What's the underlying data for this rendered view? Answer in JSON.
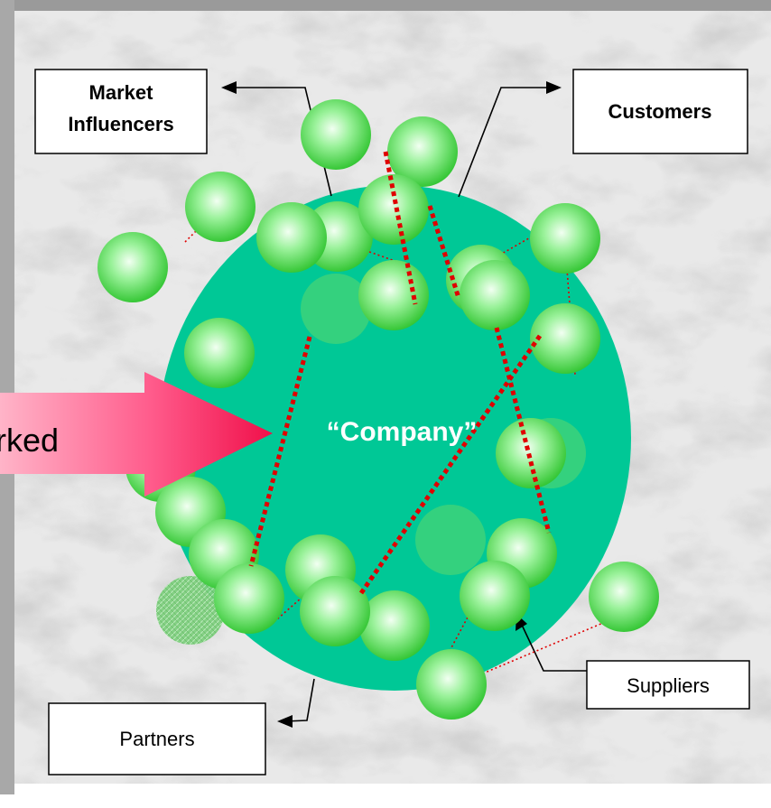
{
  "labels": {
    "market_influencers": [
      "Market",
      "Influencers"
    ],
    "customers": "Customers",
    "partners": "Partners",
    "suppliers": "Suppliers",
    "company": "“Company”",
    "arrow_text": "rked"
  },
  "colors": {
    "company_circle": "#00C896",
    "node_green": "#5BE05B",
    "node_highlight": "#E8FFE8",
    "dotted_red": "#E00000",
    "arrow_pink": "#FF2E6B",
    "marble": "#E4E4E4",
    "frame_shadow": "#9A9A9A"
  }
}
